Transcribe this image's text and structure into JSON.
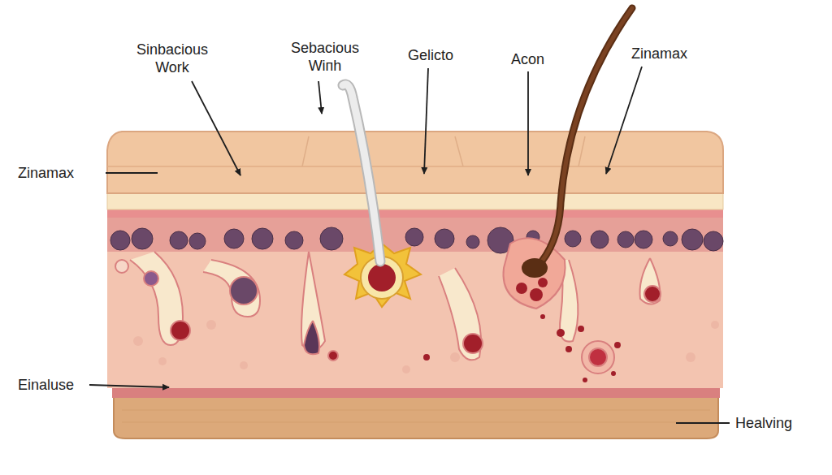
{
  "diagram": {
    "labels": [
      "Sinbacious Work",
      "Sebacious Wiпh",
      "Gelicto",
      "Acon",
      "Zinamax",
      "Zinamax",
      "Einaluse",
      "Healving"
    ]
  }
}
